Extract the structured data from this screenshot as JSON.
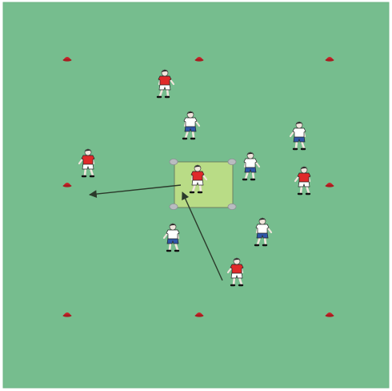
{
  "colors": {
    "pitch": "#76bd8e",
    "pitch_edge": "#6fb486",
    "grid_zone": "#b9dc86",
    "grid_zone_border": "#6a7f62",
    "cone": "#c8252a",
    "marker_disc": "#b9bcc0",
    "team_red_shirt": "#e02a2a",
    "team_red_shorts": "#ffffff",
    "team_white_shirt": "#ffffff",
    "team_white_shorts": "#2f56a8",
    "skin": "#f1e6dd",
    "hair": "#1a1a1a",
    "arrow": "#2b3a2b"
  },
  "icons": {
    "cone": "cone-icon",
    "marker_disc": "disc-marker-icon",
    "player": "player-icon",
    "arrow": "pass-arrow-icon"
  },
  "players": [
    {
      "team": "red",
      "role": "player",
      "facing": "left"
    },
    {
      "team": "red",
      "role": "player",
      "facing": "right"
    },
    {
      "team": "red",
      "role": "player",
      "facing": "right"
    },
    {
      "team": "red",
      "role": "player",
      "facing": "left"
    },
    {
      "team": "red",
      "role": "player",
      "facing": "left"
    },
    {
      "team": "white",
      "role": "player",
      "facing": "right"
    },
    {
      "team": "white",
      "role": "player",
      "facing": "left"
    },
    {
      "team": "white",
      "role": "player",
      "facing": "right"
    },
    {
      "team": "white",
      "role": "player",
      "facing": "left"
    },
    {
      "team": "white",
      "role": "player",
      "facing": "right"
    }
  ],
  "cones_count": 8,
  "zone_markers_count": 4,
  "arrows_count": 2
}
